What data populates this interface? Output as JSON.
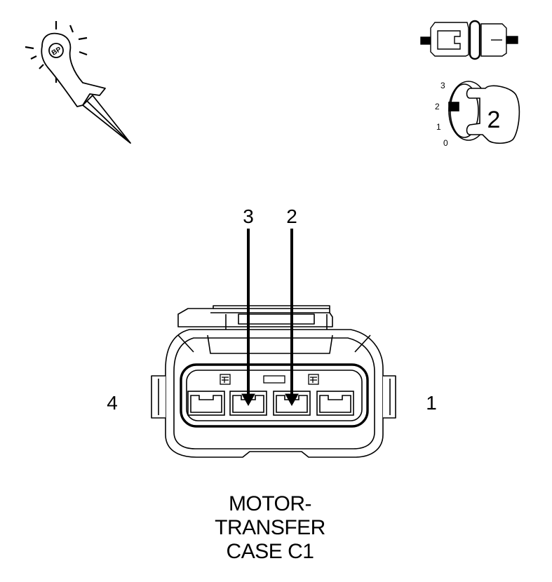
{
  "probe_tool": {
    "icon": "back-probe-icon",
    "badge": "BP"
  },
  "key_switch": {
    "icon": "ignition-key-icon",
    "positions": [
      "3",
      "2",
      "1",
      "0"
    ],
    "selected_position": "2",
    "selected_label": "2"
  },
  "connector": {
    "pin_count": 4,
    "side_labels": {
      "left": "4",
      "right": "1"
    },
    "probe_arrows": [
      "3",
      "2"
    ],
    "caption_lines": [
      "MOTOR-",
      "TRANSFER",
      "CASE C1"
    ]
  }
}
